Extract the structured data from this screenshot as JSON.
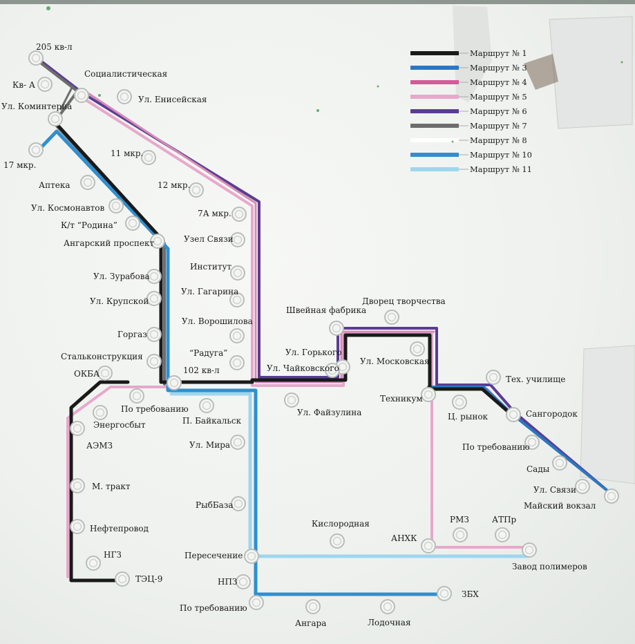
{
  "legend": [
    {
      "label": "Маршрут № 1",
      "color": "#1a1a1a"
    },
    {
      "label": "Маршрут № 3",
      "color": "#2b78c2"
    },
    {
      "label": "Маршрут № 4",
      "color": "#d65a99"
    },
    {
      "label": "Маршрут № 5",
      "color": "#e7a8cb"
    },
    {
      "label": "Маршрут № 6",
      "color": "#5a3d93"
    },
    {
      "label": "Маршрут № 7",
      "color": "#6d6d6d"
    },
    {
      "label": "Маршрут № 8",
      "color": "#f2f2f2"
    },
    {
      "label": "Маршрут № 10",
      "color": "#2f8fd0"
    },
    {
      "label": "Маршрут № 11",
      "color": "#9fd6ee"
    }
  ],
  "stops": [
    {
      "id": "kv205",
      "label": "205 кв-л"
    },
    {
      "id": "kvA",
      "label": "Кв- А"
    },
    {
      "id": "socialist",
      "label": "Социалистическая"
    },
    {
      "id": "komintern",
      "label": "Ул. Коминтерна"
    },
    {
      "id": "yenisei",
      "label": "Ул. Енисейская"
    },
    {
      "id": "mkr17",
      "label": "17 мкр."
    },
    {
      "id": "mkr11",
      "label": "11 мкр."
    },
    {
      "id": "apteka",
      "label": "Аптека"
    },
    {
      "id": "mkr12",
      "label": "12 мкр."
    },
    {
      "id": "kosmonavt",
      "label": "Ул. Космонавтов"
    },
    {
      "id": "mkr7a",
      "label": "7А мкр."
    },
    {
      "id": "rodina",
      "label": "К/т “Родина”"
    },
    {
      "id": "uzel",
      "label": "Узел Связи"
    },
    {
      "id": "angarsky",
      "label": "Ангарский проспект"
    },
    {
      "id": "institut",
      "label": "Институт"
    },
    {
      "id": "zurabova",
      "label": "Ул. Зурабова"
    },
    {
      "id": "gagarina",
      "label": "Ул. Гагарина"
    },
    {
      "id": "krupskoi",
      "label": "Ул. Крупской"
    },
    {
      "id": "voroshilova",
      "label": "Ул. Ворошилова"
    },
    {
      "id": "gorgaz",
      "label": "Горгаз"
    },
    {
      "id": "shveinaya",
      "label": "Швейная фабрика"
    },
    {
      "id": "dvorets",
      "label": "Дворец творчества"
    },
    {
      "id": "gorkogo",
      "label": "Ул. Горького"
    },
    {
      "id": "stalkon",
      "label": "Стальконструкция"
    },
    {
      "id": "raduga",
      "label": "“Радуга”"
    },
    {
      "id": "moskovskaya",
      "label": "Ул. Московская"
    },
    {
      "id": "okba",
      "label": "ОКБА"
    },
    {
      "id": "kv102",
      "label": "102 кв-л"
    },
    {
      "id": "chaikovsk",
      "label": "Ул. Чайковского"
    },
    {
      "id": "tehuch",
      "label": "Тех. училище"
    },
    {
      "id": "potreb1",
      "label": "По требованию"
    },
    {
      "id": "tehnikum",
      "label": "Техникум"
    },
    {
      "id": "energosbyt",
      "label": "Энергосбыт"
    },
    {
      "id": "baikalsk",
      "label": "П. Байкальск"
    },
    {
      "id": "faizulina",
      "label": "Ул. Файзулина"
    },
    {
      "id": "crynok",
      "label": "Ц. рынок"
    },
    {
      "id": "sangorodok",
      "label": "Сангородок"
    },
    {
      "id": "aemz",
      "label": "АЭМЗ"
    },
    {
      "id": "mira",
      "label": "Ул. Мира"
    },
    {
      "id": "potreb2",
      "label": "По требованию"
    },
    {
      "id": "sady",
      "label": "Сады"
    },
    {
      "id": "mtrakt",
      "label": "М. тракт"
    },
    {
      "id": "svyazi2",
      "label": "Ул. Связи"
    },
    {
      "id": "maisky",
      "label": "Майский вокзал"
    },
    {
      "id": "rybbaza",
      "label": "РыбБаза"
    },
    {
      "id": "neftepr",
      "label": "Нефтепровод"
    },
    {
      "id": "rmz",
      "label": "РМЗ"
    },
    {
      "id": "atpr",
      "label": "АТПр"
    },
    {
      "id": "kislorod",
      "label": "Кислородная"
    },
    {
      "id": "anhk",
      "label": "АНХК"
    },
    {
      "id": "nhz",
      "label": "НГЗ"
    },
    {
      "id": "peresech",
      "label": "Пересечение"
    },
    {
      "id": "zavpolim",
      "label": "Завод полимеров"
    },
    {
      "id": "tec9",
      "label": "ТЭЦ-9"
    },
    {
      "id": "npz",
      "label": "НПЗ"
    },
    {
      "id": "zbh",
      "label": "ЗБХ"
    },
    {
      "id": "potreb3",
      "label": "По требованию"
    },
    {
      "id": "angara",
      "label": "Ангара"
    },
    {
      "id": "lodochnaya",
      "label": "Лодочная"
    }
  ]
}
